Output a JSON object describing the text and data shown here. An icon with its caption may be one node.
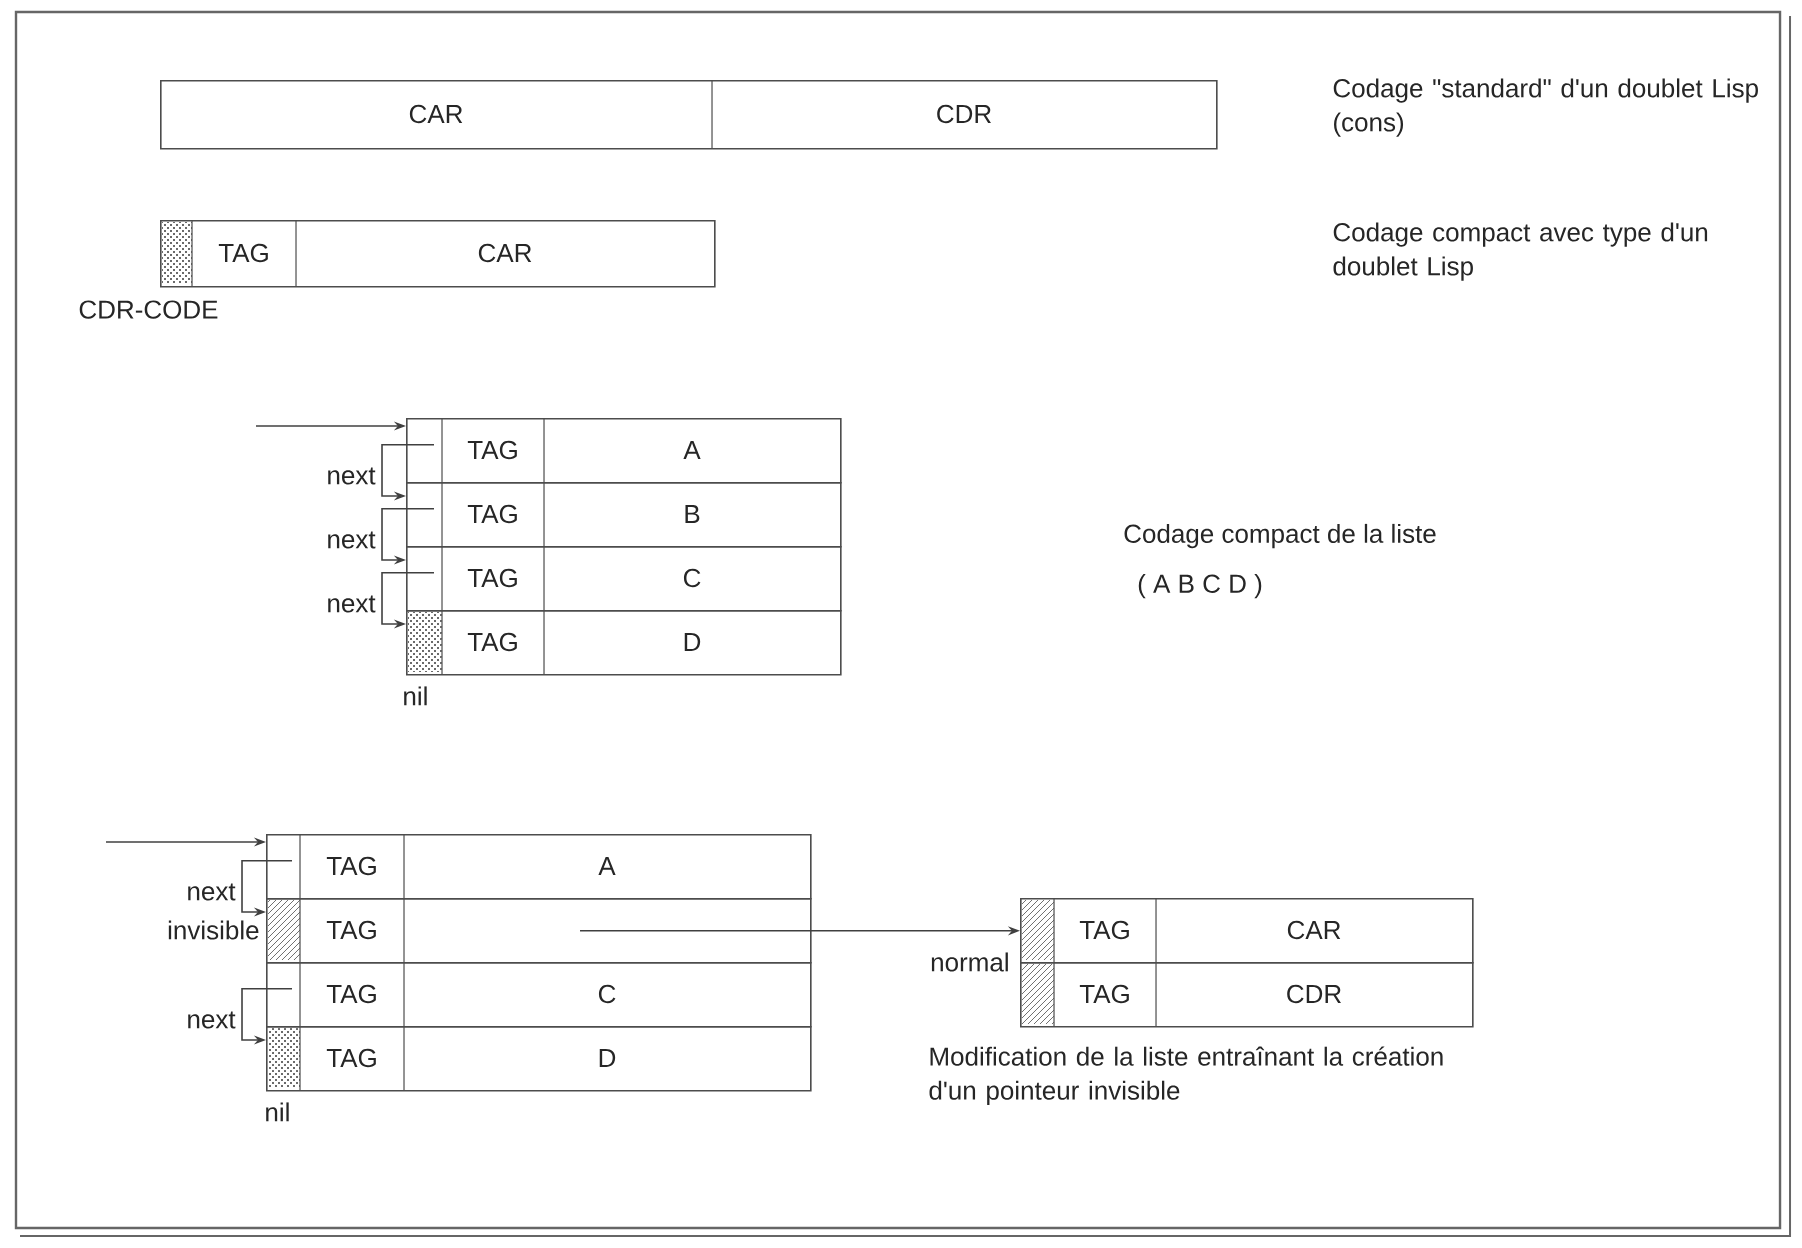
{
  "diagram": {
    "nodes": [
      {
        "text": [
          "CAR",
          "CDR"
        ]
      },
      {
        "text": [
          "TAG",
          "CAR"
        ]
      },
      {
        "text": [
          "TAG",
          "A"
        ]
      },
      {
        "text": [
          "TAG",
          "B"
        ]
      },
      {
        "text": [
          "TAG",
          "C"
        ]
      },
      {
        "text": [
          "TAG",
          "D"
        ]
      },
      {
        "text": [
          "TAG",
          "A"
        ]
      },
      {
        "text": [
          "TAG"
        ]
      },
      {
        "text": [
          "TAG",
          "C"
        ]
      },
      {
        "text": [
          "TAG",
          "D"
        ]
      },
      {
        "text": [
          "TAG",
          "CAR"
        ]
      },
      {
        "text": [
          "TAG",
          "CDR"
        ]
      }
    ],
    "edges": [
      {
        "from": null,
        "to": 2,
        "arrow": "to"
      },
      {
        "from": 2,
        "to": 3,
        "arrow": "to",
        "label": "next"
      },
      {
        "from": 3,
        "to": 4,
        "arrow": "to",
        "label": "next"
      },
      {
        "from": 4,
        "to": 5,
        "arrow": "to",
        "label": "next"
      },
      {
        "from": null,
        "to": 6,
        "arrow": "to"
      },
      {
        "from": 6,
        "to": 7,
        "arrow": "to",
        "label": "next"
      },
      {
        "from": 8,
        "to": 9,
        "arrow": "to",
        "label": "next"
      },
      {
        "from": 7,
        "to": 10,
        "arrow": "to"
      }
    ],
    "labels": [
      "Codage \"standard\" d'un doublet Lisp (cons)",
      "Codage compact avec type d'un doublet Lisp",
      "CDR-CODE",
      "Codage compact de la liste",
      "( A B C D )",
      "nil",
      "invisible",
      "normal",
      "nil",
      "Modification de la liste entraînant la création d'un pointeur invisible"
    ]
  }
}
